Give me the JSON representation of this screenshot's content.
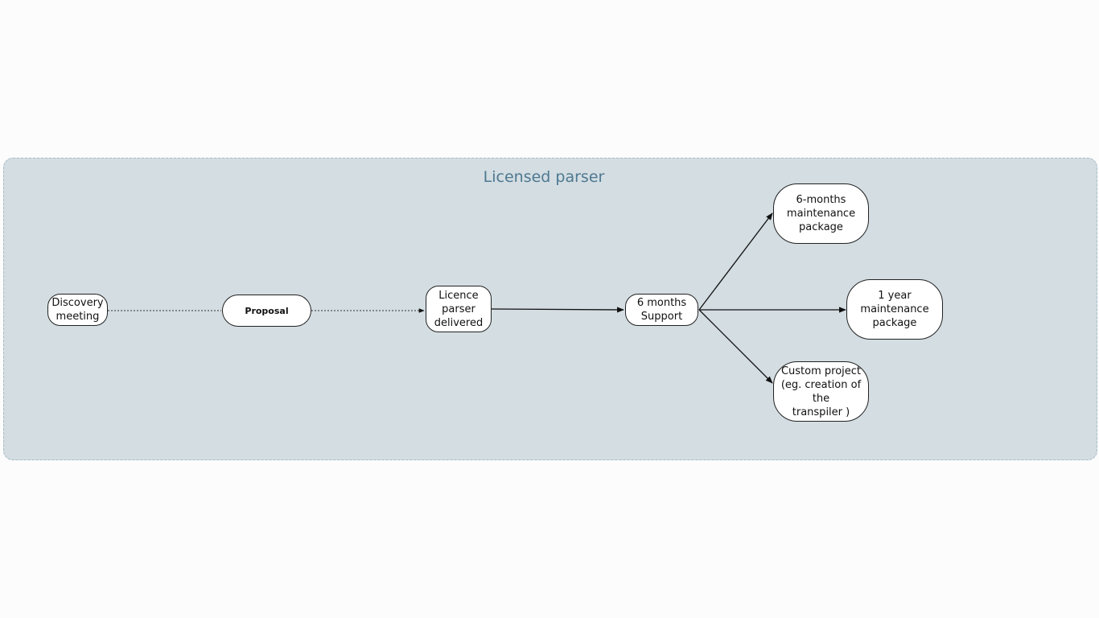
{
  "diagram": {
    "group": {
      "title": "Licensed parser"
    },
    "nodes": {
      "discovery": "Discovery\nmeeting",
      "proposal": "Proposal",
      "licence": "Licence\nparser\ndelivered",
      "support": "6 months\nSupport",
      "maint_6m": "6-months\nmaintenance\npackage",
      "maint_1y": "1 year\nmaintenance\npackage",
      "custom": "Custom project\n(eg. creation of the\ntranspiler )"
    },
    "edges": [
      {
        "from": "discovery",
        "to": "proposal",
        "style": "dotted"
      },
      {
        "from": "proposal",
        "to": "licence",
        "style": "dotted"
      },
      {
        "from": "licence",
        "to": "support",
        "style": "solid"
      },
      {
        "from": "support",
        "to": "maint_6m",
        "style": "solid"
      },
      {
        "from": "support",
        "to": "maint_1y",
        "style": "solid"
      },
      {
        "from": "support",
        "to": "custom",
        "style": "solid"
      }
    ],
    "colors": {
      "group_fill": "#d3dde2",
      "group_border": "#a9bcc6",
      "title": "#4e7890",
      "node_fill": "#ffffff",
      "edge": "#111111"
    }
  }
}
